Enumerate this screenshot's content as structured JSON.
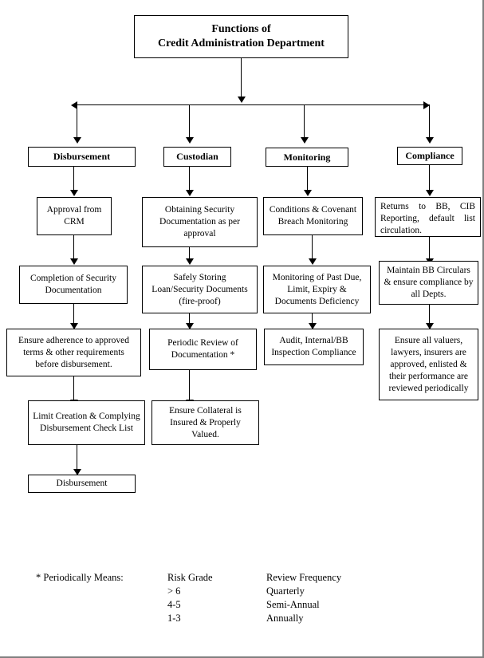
{
  "title": {
    "line1": "Functions of",
    "line2": "Credit Administration Department"
  },
  "departments": [
    {
      "label": "Disbursement"
    },
    {
      "label": "Custodian"
    },
    {
      "label": "Monitoring"
    },
    {
      "label": "Compliance"
    }
  ],
  "columns": {
    "disbursement": [
      "Approval from CRM",
      "Completion of Security Documentation",
      "Ensure adherence to approved terms & other requirements before disbursement.",
      "Limit Creation & Complying Disbursement Check List",
      "Disbursement"
    ],
    "custodian": [
      "Obtaining Security Documentation as per approval",
      "Safely Storing Loan/Security Documents (fire-proof)",
      "Periodic Review of Documentation *",
      "Ensure Collateral is Insured & Properly Valued."
    ],
    "monitoring": [
      "Conditions & Covenant Breach Monitoring",
      "Monitoring of Past Due, Limit, Expiry & Documents Deficiency",
      "Audit, Internal/BB Inspection Compliance"
    ],
    "compliance": [
      "Returns to BB, CIB Reporting, default list circulation.",
      "Maintain BB Circulars & ensure compliance by all Depts.",
      "Ensure all valuers, lawyers, insurers are approved, enlisted & their performance are reviewed periodically"
    ]
  },
  "legend": {
    "label": "* Periodically Means:",
    "headers": {
      "grade": "Risk Grade",
      "frequency": "Review Frequency"
    },
    "rows": [
      {
        "grade": "> 6",
        "frequency": "Quarterly"
      },
      {
        "grade": "4-5",
        "frequency": "Semi-Annual"
      },
      {
        "grade": "1-3",
        "frequency": "Annually"
      }
    ]
  },
  "colors": {
    "line": "#000000",
    "background": "#ffffff",
    "page_border": "#808080"
  }
}
